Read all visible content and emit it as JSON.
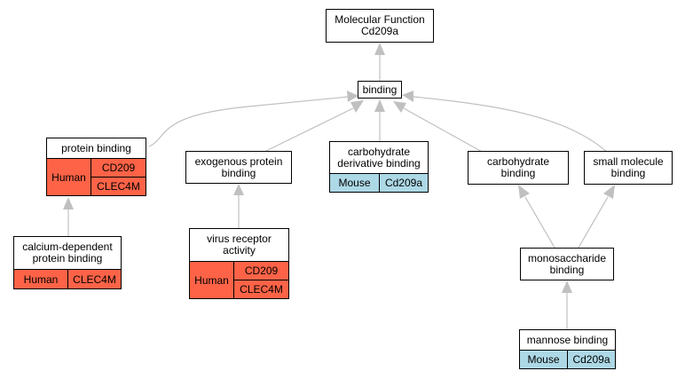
{
  "nodes": {
    "root": {
      "label": "Molecular Function\nCd209a"
    },
    "binding": {
      "label": "binding"
    },
    "protein_binding": {
      "label": "protein binding",
      "species": "Human",
      "genes": [
        "CD209",
        "CLEC4M"
      ]
    },
    "exogenous": {
      "label": "exogenous protein\nbinding"
    },
    "carb_deriv": {
      "label": "carbohydrate\nderivative binding",
      "species": "Mouse",
      "genes": [
        "Cd209a"
      ]
    },
    "carb": {
      "label": "carbohydrate\nbinding"
    },
    "small_mol": {
      "label": "small molecule\nbinding"
    },
    "calcium": {
      "label": "calcium-dependent\nprotein binding",
      "species": "Human",
      "genes": [
        "CLEC4M"
      ]
    },
    "virus": {
      "label": "virus receptor\nactivity",
      "species": "Human",
      "genes": [
        "CD209",
        "CLEC4M"
      ]
    },
    "mono": {
      "label": "monosaccharide\nbinding"
    },
    "mannose": {
      "label": "mannose binding",
      "species": "Mouse",
      "genes": [
        "Cd209a"
      ]
    }
  },
  "edges": [
    {
      "from": "binding",
      "to": "root"
    },
    {
      "from": "protein_binding",
      "to": "binding"
    },
    {
      "from": "exogenous",
      "to": "binding"
    },
    {
      "from": "carb_deriv",
      "to": "binding"
    },
    {
      "from": "carb",
      "to": "binding"
    },
    {
      "from": "small_mol",
      "to": "binding"
    },
    {
      "from": "calcium",
      "to": "protein_binding"
    },
    {
      "from": "virus",
      "to": "exogenous"
    },
    {
      "from": "mono",
      "to": "carb"
    },
    {
      "from": "mono",
      "to": "small_mol"
    },
    {
      "from": "mannose",
      "to": "mono"
    }
  ],
  "colors": {
    "human": "#ff6347",
    "mouse": "#add8e6",
    "edge": "#c0c0c0"
  }
}
